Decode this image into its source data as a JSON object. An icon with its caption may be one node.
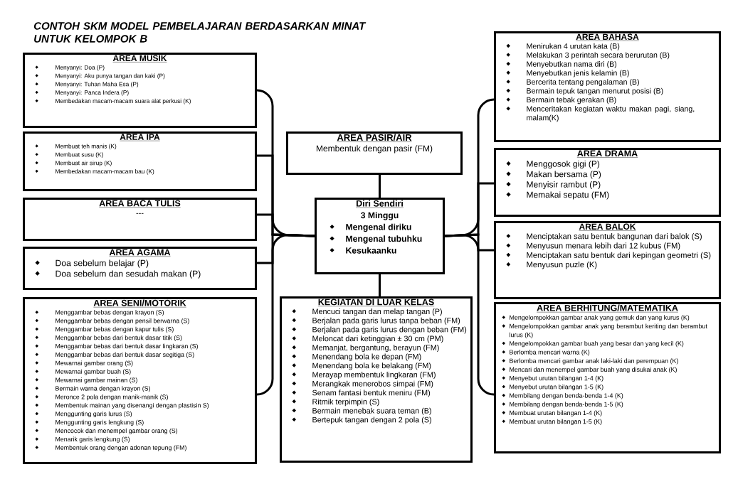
{
  "diagram": {
    "title": "CONTOH SKM MODEL PEMBELAJARAN BERDASARKAN MINAT UNTUK KELOMPOK B",
    "nodes": [
      {
        "text": [
          "AREA MUSIK",
          "Menyanyi: Doa (P)",
          "Menyanyi: Aku punya tangan dan kaki (P)",
          "Menyanyi: Tuhan Maha Esa (P)",
          "Menyanyi: Panca Indera (P)",
          "Membedakan macam-macam suara alat perkusi (K)"
        ]
      },
      {
        "text": [
          "AREA IPA",
          "Membuat teh manis (K)",
          "Membuat susu (K)",
          "Membuat air sirup (K)",
          "Membedakan macam-macam bau (K)"
        ]
      },
      {
        "text": [
          "AREA BACA TULIS",
          "---"
        ]
      },
      {
        "text": [
          "AREA AGAMA",
          "Doa sebelum belajar (P)",
          "Doa sebelum dan sesudah makan (P)"
        ]
      },
      {
        "text": [
          "AREA SENI/MOTORIK",
          "Menggambar bebas dengan krayon (S)",
          "Menggambar bebas dengan pensil berwarna (S)",
          "Menggambar bebas dengan kapur tulis (S)",
          "Menggambar bebas dari bentuk dasar titik (S)",
          "Menggambar bebas dari bentuk dasar lingkaran (S)",
          "Menggambar bebas dari bentuk dasar segitiga (S)",
          "Mewarnai gambar orang (S)",
          "Mewarnai gambar buah (S)",
          "Mewarnai gambar mainan (S)",
          "Bermain warna dengan krayon (S)",
          "Meronce 2 pola dengan manik-manik (S)",
          "Membentuk mainan yang disenangi dengan plastisin S)",
          "Menggunting garis lurus (S)",
          "Menggunting garis lengkung (S)",
          "Mencocok dan menempel gambar orang (S)",
          "Menarik garis lengkung (S)",
          "Membentuk orang dengan adonan tepung (FM)"
        ]
      },
      {
        "text": [
          "AREA PASIR/AIR",
          "Membentuk dengan pasir (FM)"
        ]
      },
      {
        "text": [
          "Diri Sendiri",
          "3 Minggu",
          "Mengenal diriku",
          "Mengenal tubuhku",
          "Kesukaanku"
        ]
      },
      {
        "text": [
          "KEGIATAN DI LUAR KELAS",
          "Mencuci tangan dan melap tangan (P)",
          "Berjalan pada garis lurus tanpa beban (FM)",
          "Berjalan pada garis lurus dengan beban (FM)",
          "Meloncat dari ketinggian ± 30 cm (PM)",
          "Memanjat, bergantung, berayun (FM)",
          "Menendang bola ke depan (FM)",
          "Menendang bola ke belakang (FM)",
          "Merayap membentuk lingkaran (FM)",
          "Merangkak menerobos simpai (FM)",
          "Senam fantasi bentuk meniru (FM)",
          "Ritmik terpimpin (S)",
          "Bermain menebak suara teman (B)",
          "Bertepuk tangan dengan 2 pola (S)"
        ]
      },
      {
        "text": [
          "AREA BAHASA",
          "Menirukan 4 urutan kata (B)",
          "Melakukan 3 perintah secara berurutan (B)",
          "Menyebutkan nama diri (B)",
          "Menyebutkan jenis kelamin (B)",
          "Bercerita tentang pengalaman (B)",
          "Bermain tepuk tangan menurut posisi (B)",
          "Bermain tebak gerakan (B)",
          "Menceritakan kegiatan waktu makan pagi, siang, malam(K)"
        ]
      },
      {
        "text": [
          "AREA DRAMA",
          "Menggosok gigi (P)",
          "Makan bersama (P)",
          "Menyisir rambut (P)",
          "Memakai sepatu (FM)"
        ]
      },
      {
        "text": [
          "AREA BALOK",
          "Menciptakan satu bentuk bangunan dari balok (S)",
          "Menyusun menara lebih dari 12 kubus (FM)",
          "Menciptakan satu bentuk dari kepingan geometri (S)",
          "Menyusun puzle (K)"
        ]
      },
      {
        "text": [
          "AREA BERHITUNG/MATEMATIKA",
          "Mengelompokkan gambar anak yang gemuk dan yang kurus (K)",
          "Mengelompokkan gambar anak yang berambut keriting dan berambut lurus (K)",
          "Mengelompokkan gambar buah yang besar dan yang kecil (K)",
          "Berlomba mencari warna (K)",
          "Berlomba mencari gambar anak laki-laki dan perempuan (K)",
          "Mencari dan menempel gambar buah yang disukai anak (K)",
          "Menyebut urutan bilangan 1-4 (K)",
          "Menyebut urutan bilangan 1-5 (K)",
          "Membilang dengan benda-benda 1-4 (K)",
          "Membilang dengan benda-benda 1-5 (K)",
          "Membuat urutan bilangan 1-4 (K)",
          "Membuat urutan bilangan 1-5 (K)"
        ]
      }
    ],
    "edges": [
      {
        "from": 6,
        "to": 0,
        "arrow": "none"
      },
      {
        "from": 6,
        "to": 1,
        "arrow": "none"
      },
      {
        "from": 6,
        "to": 2,
        "arrow": "none"
      },
      {
        "from": 6,
        "to": 3,
        "arrow": "none"
      },
      {
        "from": 6,
        "to": 4,
        "arrow": "none"
      },
      {
        "from": 6,
        "to": 5,
        "arrow": "none"
      },
      {
        "from": 6,
        "to": 7,
        "arrow": "none"
      },
      {
        "from": 6,
        "to": 8,
        "arrow": "none"
      },
      {
        "from": 6,
        "to": 9,
        "arrow": "none"
      },
      {
        "from": 6,
        "to": 10,
        "arrow": "none"
      },
      {
        "from": 6,
        "to": 11,
        "arrow": "none"
      }
    ]
  }
}
